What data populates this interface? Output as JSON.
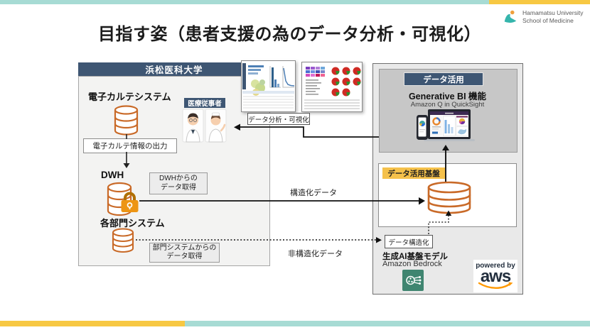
{
  "header": {
    "title": "目指す姿（患者支援の為のデータ分析・可視化）",
    "logo_line1": "Hamamatsu University",
    "logo_line2": "School of Medicine"
  },
  "hospital": {
    "header": "浜松医科大学",
    "emr_system": "電子カルテシステム",
    "emr_output": "電子カルテ情報の出力",
    "dwh": "DWH",
    "dwh_fetch_line1": "DWHからの",
    "dwh_fetch_line2": "データ取得",
    "dept_system": "各部門システム",
    "dept_fetch_line1": "部門システムからの",
    "dept_fetch_line2": "データ取得",
    "staff": "医療従事者"
  },
  "flows": {
    "analysis": "データ分析・可視化",
    "structured": "構造化データ",
    "unstructured": "非構造化データ"
  },
  "aws_panel": {
    "header": "データ活用",
    "gen_bi_title": "Generative BI 機能",
    "gen_bi_sub": "Amazon Q in QuickSight",
    "platform": "データ活用基盤",
    "structuring": "データ構造化",
    "gen_ai_title": "生成AI基盤モデル",
    "gen_ai_sub": "Amazon Bedrock",
    "powered_by": "powered by",
    "aws_text": "aws"
  },
  "colors": {
    "navy": "#3e5673",
    "db_orange": "#c96a28",
    "lock_orange": "#ed9514",
    "platform_yellow": "#f5c14b",
    "stripe_teal": "#a7dbd4",
    "stripe_yellow": "#f7c843",
    "bedrock_green": "#3f8570",
    "aws_smile_orange": "#ff9900"
  }
}
